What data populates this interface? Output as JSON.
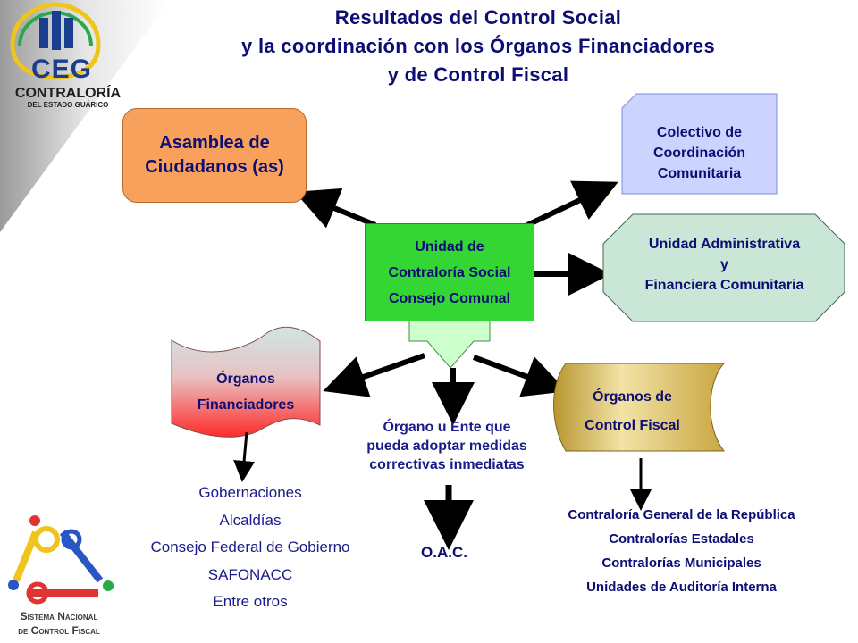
{
  "title": {
    "line1": "Resultados del Control Social",
    "line2": "y la coordinación con los Órganos Financiadores",
    "line3": "y de Control Fiscal"
  },
  "logo_top": {
    "letters": "CEG",
    "name": "CONTRALORÍA",
    "subtitle": "DEL ESTADO GUÁRICO"
  },
  "logo_bottom": {
    "line1": "Sistema Nacional",
    "line2": "de Control Fiscal"
  },
  "nodes": {
    "asamblea": {
      "line1": "Asamblea de",
      "line2": "Ciudadanos (as)"
    },
    "colectivo": {
      "line1": "Colectivo de",
      "line2": "Coordinación",
      "line3": "Comunitaria"
    },
    "unidad_admin": {
      "line1": "Unidad Administrativa",
      "line2": "y",
      "line3": "Financiera Comunitaria"
    },
    "unidad_contraloria": {
      "line1": "Unidad de",
      "line2": "Contraloría Social",
      "line3": "Consejo Comunal"
    },
    "organos_financiadores": {
      "line1": "Órganos",
      "line2": "Financiadores"
    },
    "organos_control": {
      "line1": "Órganos de",
      "line2": "Control Fiscal"
    },
    "organo_ente": {
      "line1": "Órgano u Ente que",
      "line2": "pueda adoptar medidas",
      "line3": "correctivas inmediatas"
    }
  },
  "financiadores_list": [
    "Gobernaciones",
    "Alcaldías",
    "Consejo Federal de Gobierno",
    "SAFONACC",
    "Entre otros"
  ],
  "control_list": [
    "Contraloría General de la República",
    "Contralorías Estadales",
    "Contralorías Municipales",
    "Unidades de Auditoría Interna"
  ],
  "oac": "O.A.C.",
  "colors": {
    "title": "#0d0d73",
    "asamblea": "#f7a15c",
    "unidad": "#33d633",
    "colectivo": "#ccd3ff",
    "unidad_admin": "#c9e6d6",
    "down_arrow": "#ccffcc",
    "financiadores_top": "#cfe6e6",
    "financiadores_bottom": "#ff3333",
    "control_fill": "#d9c16b"
  }
}
